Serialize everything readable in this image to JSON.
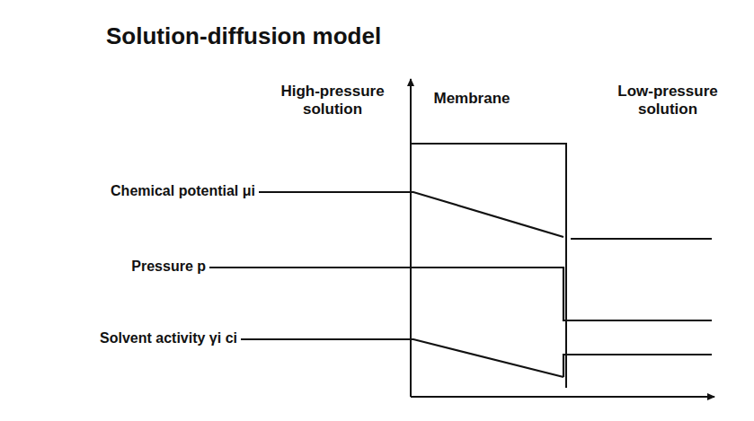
{
  "diagram": {
    "title": "Solution-diffusion model",
    "labels": [
      "High-pressure solution",
      "Membrane",
      "Low-pressure solution",
      "Chemical potential μi",
      "Pressure p",
      "Solvent activity γi ci"
    ]
  }
}
